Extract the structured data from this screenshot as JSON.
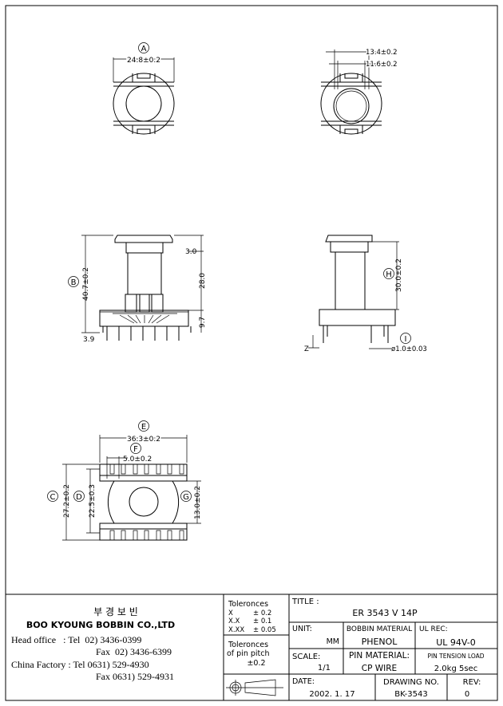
{
  "views": {
    "top_left": {
      "marker": "A",
      "dim": "24.8±0.2"
    },
    "top_right": {
      "dim1": "13.4±0.2",
      "dim2": "11.6±0.2"
    },
    "front": {
      "marker": "B",
      "dim_height": "40.7±0.2",
      "dim_top": "3.0",
      "dim_body": "28.0",
      "dim_base": "9.7",
      "dim_pin": "3.9"
    },
    "side": {
      "marker_h": "H",
      "dim_h": "30.0±0.2",
      "marker_i": "I",
      "dim_pin_dia": "ø1.0±0.03",
      "z_label": "Z"
    },
    "bottom": {
      "marker_e": "E",
      "dim_e": "36.3±0.2",
      "marker_f": "F",
      "dim_f": "5.0±0.2",
      "marker_c": "C",
      "dim_c": "27.2±0.2",
      "marker_d": "D",
      "dim_d": "22.5±0.3",
      "marker_g": "G",
      "dim_g": "13.0±0.2"
    }
  },
  "company": {
    "korean_name": "부 경 보 빈",
    "name": "BOO KYOUNG BOBBIN CO.,LTD",
    "lines": [
      "Head office   : Tel  02) 3436-0399",
      "Fax  02) 3436-6399",
      "China Factory : Tel 0631) 529-4930",
      "Fax 0631) 529-4931"
    ]
  },
  "tolerances": {
    "title": "Toleronces",
    "rows": [
      [
        "X",
        "± 0.2"
      ],
      [
        "X.X",
        "± 0.1"
      ],
      [
        "X.XX",
        "± 0.05"
      ]
    ],
    "pin_title1": "Toleronces",
    "pin_title2": "of pin pitch",
    "pin_value": "±0.2"
  },
  "title_block": {
    "title_label": "TITLE :",
    "title": "ER 3543 V 14P",
    "unit_label": "UNIT:",
    "unit": "MM",
    "bobbin_material_label": "BOBBIN MATERIAL",
    "bobbin_material": "PHENOL",
    "ul_label": "UL REC:",
    "ul": "UL 94V-0",
    "scale_label": "SCALE:",
    "scale": "1/1",
    "pin_material_label": "PIN MATERIAL:",
    "pin_material": "CP WIRE",
    "pin_tension_label": "PIN TENSION LOAD",
    "pin_tension": "2.0kg 5sec",
    "date_label": "DATE:",
    "date": "2002. 1. 17",
    "drawing_no_label": "DRAWING NO.",
    "drawing_no": "BK-3543",
    "rev_label": "REV:",
    "rev": "0"
  }
}
